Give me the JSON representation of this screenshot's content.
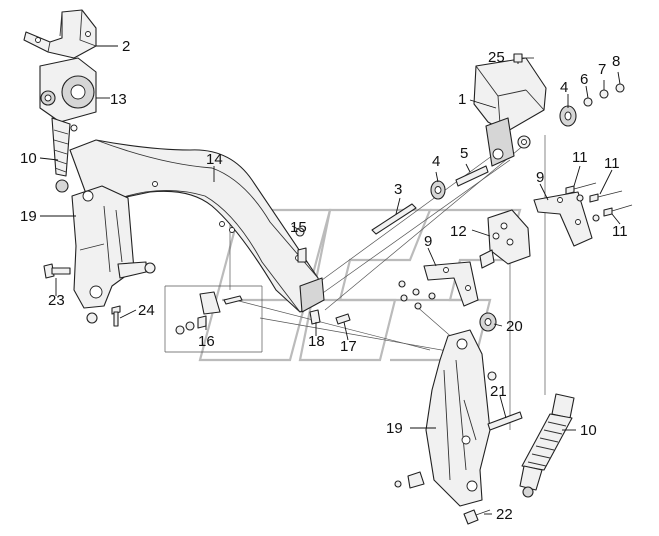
{
  "callouts": {
    "c1": "1",
    "c2": "2",
    "c3": "3",
    "c4a": "4",
    "c4b": "4",
    "c5": "5",
    "c6": "6",
    "c7": "7",
    "c8": "8",
    "c9a": "9",
    "c9b": "9",
    "c10a": "10",
    "c10b": "10",
    "c11a": "11",
    "c11b": "11",
    "c11c": "11",
    "c12": "12",
    "c13": "13",
    "c14": "14",
    "c15": "15",
    "c16": "16",
    "c17": "17",
    "c18": "18",
    "c19a": "19",
    "c19b": "19",
    "c20": "20",
    "c21": "21",
    "c22": "22",
    "c23": "23",
    "c24": "24",
    "c25": "25"
  },
  "colors": {
    "line": "#222222",
    "fill": "#f1f1f1",
    "shade": "#d6d6d6",
    "watermark": "#bbbbbb"
  }
}
